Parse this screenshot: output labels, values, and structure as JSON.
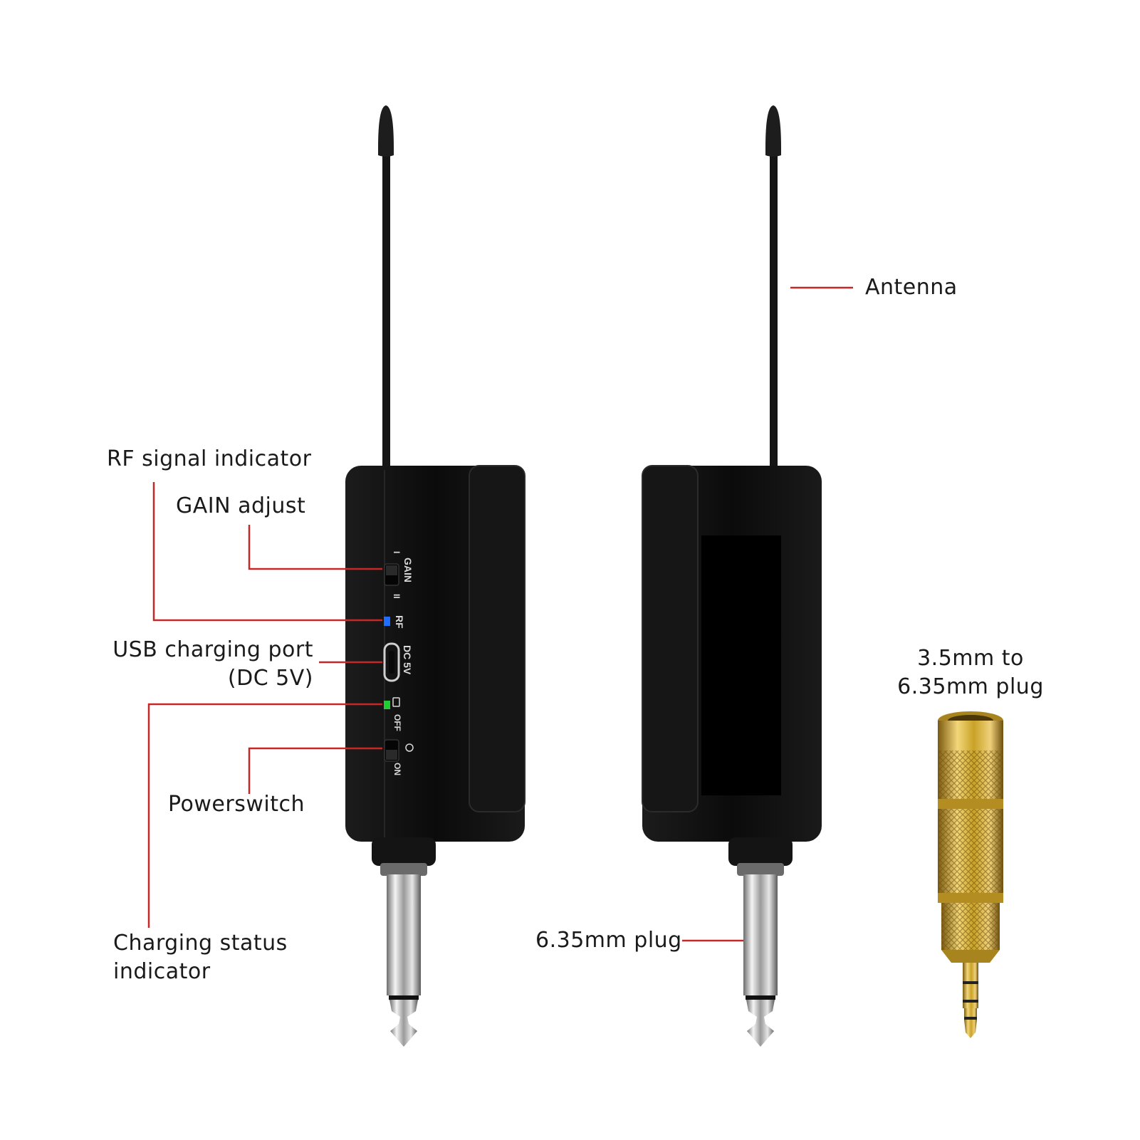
{
  "callouts": {
    "antenna": "Antenna",
    "rf_indicator": "RF signal indicator",
    "gain_adjust": "GAIN adjust",
    "usb_port_line1": "USB charging port",
    "usb_port_line2": "(DC 5V)",
    "power_switch": "Powerswitch",
    "charging_status_line1": "Charging status",
    "charging_status_line2": "indicator",
    "plug_635": "6.35mm plug",
    "adapter_line1": "3.5mm to",
    "adapter_line2": "6.35mm plug"
  },
  "device_markings": {
    "gain": "GAIN",
    "gain_low": "I",
    "gain_high": "II",
    "rf": "RF",
    "dc": "DC 5V",
    "off": "OFF",
    "on": "ON"
  },
  "colors": {
    "leader_line": "#c62828",
    "device_body": "#111111",
    "rf_led": "#1e6fff",
    "charge_led": "#22cc33",
    "adapter_gold": "#c9a227"
  }
}
